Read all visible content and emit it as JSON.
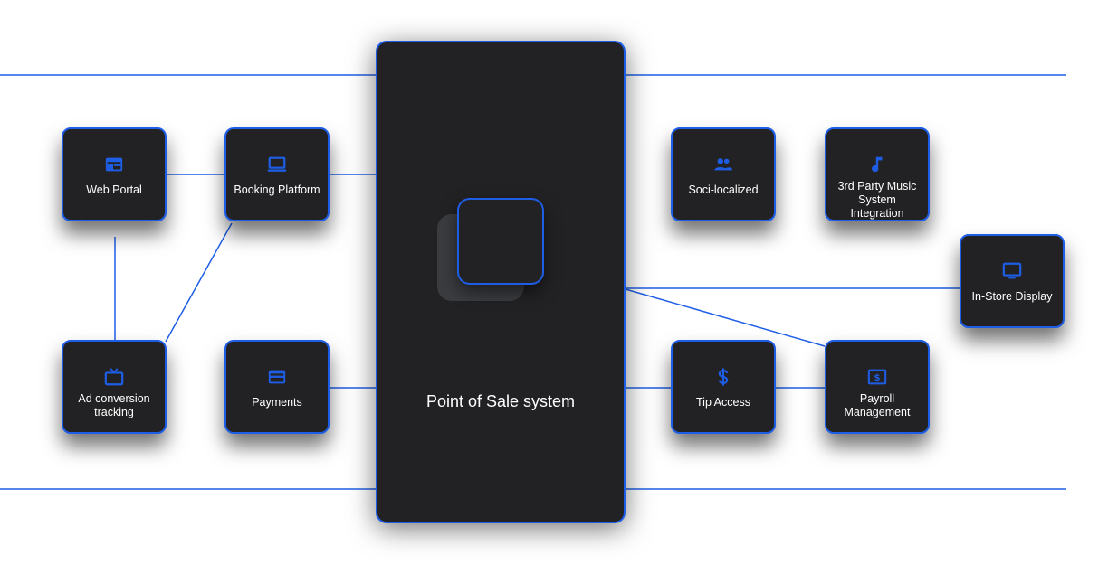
{
  "center": {
    "title": "Point of Sale system"
  },
  "nodes": {
    "web_portal": {
      "label": "Web Portal",
      "icon": "browser-window-icon"
    },
    "booking_platform": {
      "label": "Booking Platform",
      "icon": "laptop-icon"
    },
    "ad_conversion": {
      "label": "Ad conversion tracking",
      "icon": "tv-icon"
    },
    "payments": {
      "label": "Payments",
      "icon": "credit-card-icon"
    },
    "soci_localized": {
      "label": "Soci-localized",
      "icon": "people-icon"
    },
    "music": {
      "label": "3rd Party Music System Integration",
      "icon": "music-note-icon"
    },
    "in_store_display": {
      "label": "In-Store Display",
      "icon": "monitor-icon"
    },
    "tip_access": {
      "label": "Tip Access",
      "icon": "dollar-icon"
    },
    "payroll": {
      "label": "Payroll Management",
      "icon": "cash-icon"
    }
  },
  "colors": {
    "accent": "#1e5ee6",
    "node_bg": "#222224",
    "text": "#ffffff"
  }
}
